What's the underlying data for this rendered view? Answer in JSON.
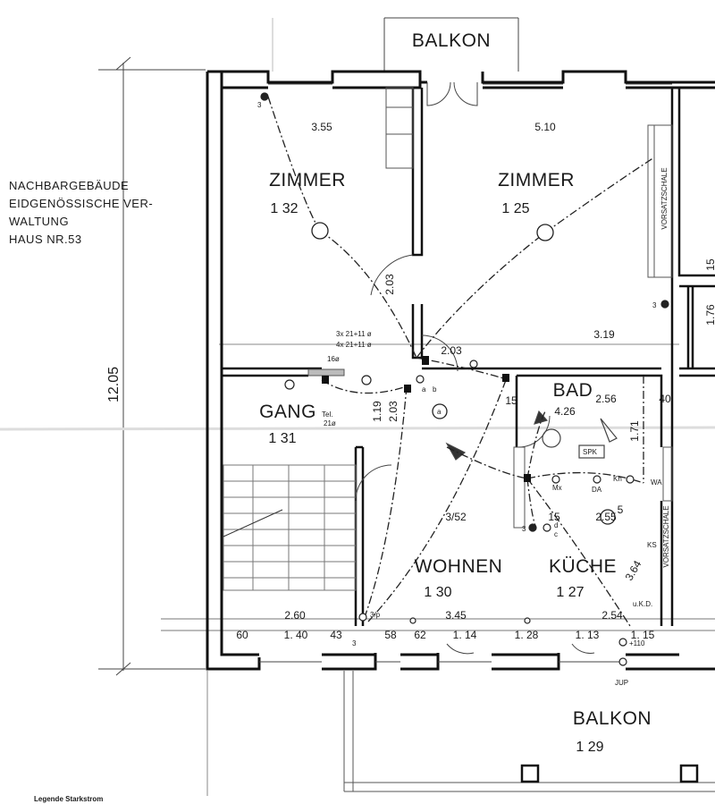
{
  "neighbor_note": [
    "NACHBARGEBÄUDE",
    "EIDGENÖSSISCHE VER-",
    "WALTUNG",
    "HAUS NR.53"
  ],
  "legend_caption": "Legende Starkstrom",
  "overall_height": "12.05",
  "balconies": {
    "top": {
      "label": "BALKON"
    },
    "bottom": {
      "label": "BALKON",
      "number": "1 29"
    }
  },
  "rooms": [
    {
      "id": "zimmer-132",
      "label": "ZIMMER",
      "number": "1 32"
    },
    {
      "id": "zimmer-125",
      "label": "ZIMMER",
      "number": "1 25"
    },
    {
      "id": "gang",
      "label": "GANG",
      "number": "1 31"
    },
    {
      "id": "bad",
      "label": "BAD",
      "number": "4.26"
    },
    {
      "id": "wohnen",
      "label": "WOHNEN",
      "number": "1 30"
    },
    {
      "id": "kueche",
      "label": "KÜCHE",
      "number": "1 27"
    }
  ],
  "vertical_labels": {
    "vorsatzschale_top": "VORSATZSCHALE",
    "vorsatzschale_bottom": "VORSATZSCHALE",
    "right_15": "15",
    "right_176": "1.76"
  },
  "dimensions": {
    "zimmer1_width": "3.55",
    "zimmer2_width": "5.10",
    "door_203a": "2.03",
    "door_203b": "2.03",
    "door_203c": "2.03",
    "zimmer2_depth": "3.19",
    "bad_256": "2.56",
    "bad_40": "40",
    "bad_171": "1.71",
    "gang_119": "1.19",
    "wohnen_352": "3/52",
    "kueche_255": "2.55",
    "kueche_364": "3.64",
    "gang_260": "2.60",
    "wohnen_345": "3.45",
    "kueche_254": "2.54",
    "b_60": "60",
    "b_140": "1. 40",
    "b_43": "43",
    "b_58": "58",
    "b_62": "62",
    "b_114": "1. 14",
    "b_128": "1. 28",
    "b_113": "1. 13",
    "b_115": "1. 15",
    "b_15a": "15",
    "b_15b": "15",
    "b_5": "5"
  },
  "electrical_notes": {
    "cable1": "3x 21+11 ø",
    "cable2": "4x 21+11 ø",
    "cable3": "16ø",
    "tel": "Tel.",
    "tel2": "21ø",
    "a_circle": "a",
    "a": "a",
    "b": "b",
    "c": "c",
    "d": "d",
    "mx": "Mx",
    "da": "DA",
    "kh": "Kh",
    "wa": "WA",
    "ks": "KS",
    "spk": "SPK",
    "ukd": "u.K.D.",
    "jup": "JUP",
    "p110": "+110",
    "sw3": "3",
    "sw3b": "3",
    "sw3c": "3",
    "sw3d": "3",
    "sw3po": "3/p"
  }
}
